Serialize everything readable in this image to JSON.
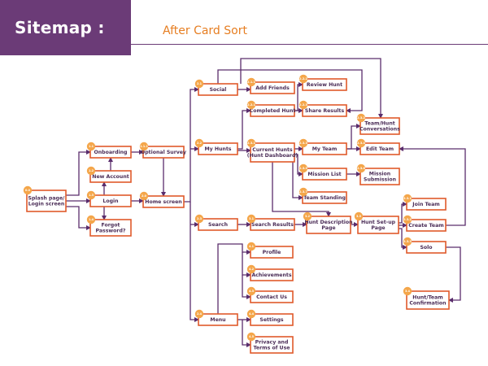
{
  "header": {
    "title": "Sitemap :",
    "subtitle": "After Card Sort"
  },
  "colors": {
    "banner": "#6b3b77",
    "subtitle": "#e67e22",
    "node_border": "#e05a2b",
    "badge": "#f4a64a",
    "connector": "#5a2d6c"
  },
  "nodes": [
    {
      "id": "splash",
      "lines": [
        "Splash page/",
        "Login screen"
      ],
      "badge": "0.0"
    },
    {
      "id": "onboarding",
      "lines": [
        "Onboarding"
      ],
      "badge": "1.1"
    },
    {
      "id": "new_account",
      "lines": [
        "New Account"
      ],
      "badge": "1.2"
    },
    {
      "id": "login",
      "lines": [
        "Login"
      ],
      "badge": "1.3"
    },
    {
      "id": "forgot_password",
      "lines": [
        "Forgot",
        "Password?"
      ],
      "badge": "1.4"
    },
    {
      "id": "optional_survey",
      "lines": [
        "Optional Survey"
      ],
      "badge": "1.1.1"
    },
    {
      "id": "home_screen",
      "lines": [
        "Home screen"
      ],
      "badge": "2.0"
    },
    {
      "id": "social",
      "lines": [
        "Social"
      ],
      "badge": "2.1"
    },
    {
      "id": "my_hunts",
      "lines": [
        "My Hunts"
      ],
      "badge": "2.2"
    },
    {
      "id": "search",
      "lines": [
        "Search"
      ],
      "badge": "2.3"
    },
    {
      "id": "menu",
      "lines": [
        "Menu"
      ],
      "badge": "2.4"
    },
    {
      "id": "add_friends",
      "lines": [
        "Add Friends"
      ],
      "badge": "2.1.1"
    },
    {
      "id": "completed_hunt",
      "lines": [
        "Completed Hunt"
      ],
      "badge": "2.2.1"
    },
    {
      "id": "review_hunt",
      "lines": [
        "Review Hunt"
      ],
      "badge": "2.2.2"
    },
    {
      "id": "share_results",
      "lines": [
        "Share Results"
      ],
      "badge": "2.2.3"
    },
    {
      "id": "current_hunts",
      "lines": [
        "Current Hunts",
        "(Hunt Dashboard)"
      ],
      "badge": "2.3.1"
    },
    {
      "id": "team_hunt_conversations",
      "lines": [
        "Team/Hunt",
        "Conversations"
      ],
      "badge": "2.3.2"
    },
    {
      "id": "my_team",
      "lines": [
        "My Team"
      ],
      "badge": "2.3.3"
    },
    {
      "id": "edit_team",
      "lines": [
        "Edit Team"
      ],
      "badge": "2.3.4"
    },
    {
      "id": "mission_list",
      "lines": [
        "Mission List"
      ],
      "badge": "2.3.5"
    },
    {
      "id": "mission_submission",
      "lines": [
        "Mission",
        "Submission"
      ],
      "badge": "2.3.6"
    },
    {
      "id": "team_standing",
      "lines": [
        "Team Standing"
      ],
      "badge": "2.3.7"
    },
    {
      "id": "search_results",
      "lines": [
        "Search Results"
      ],
      "badge": "3.1"
    },
    {
      "id": "hunt_description_page",
      "lines": [
        "Hunt Description",
        "Page"
      ],
      "badge": "3.2"
    },
    {
      "id": "hunt_setup_page",
      "lines": [
        "Hunt Set-up",
        "Page"
      ],
      "badge": "3.3"
    },
    {
      "id": "join_team",
      "lines": [
        "Join Team"
      ],
      "badge": "3.3.1"
    },
    {
      "id": "create_team",
      "lines": [
        "Create Team"
      ],
      "badge": "3.3.2"
    },
    {
      "id": "solo",
      "lines": [
        "Solo"
      ],
      "badge": "3.3.3"
    },
    {
      "id": "hunt_team_confirmation",
      "lines": [
        "Hunt/Team",
        "Confirmation"
      ],
      "badge": "3.4"
    },
    {
      "id": "profile",
      "lines": [
        "Profile"
      ],
      "badge": "4.1"
    },
    {
      "id": "achievements",
      "lines": [
        "Achievements"
      ],
      "badge": "4.2"
    },
    {
      "id": "contact_us",
      "lines": [
        "Contact Us"
      ],
      "badge": "4.3"
    },
    {
      "id": "settings",
      "lines": [
        "Settings"
      ],
      "badge": "4.4"
    },
    {
      "id": "privacy_terms",
      "lines": [
        "Privacy and",
        "Terms of Use"
      ],
      "badge": "4.5"
    }
  ],
  "edges": [
    {
      "from": "splash",
      "to": "onboarding"
    },
    {
      "from": "splash",
      "to": "login"
    },
    {
      "from": "splash",
      "to": "forgot_password"
    },
    {
      "from": "onboarding",
      "to": "optional_survey"
    },
    {
      "from": "new_account",
      "to": "onboarding"
    },
    {
      "from": "login",
      "to": "new_account"
    },
    {
      "from": "login",
      "to": "forgot_password"
    },
    {
      "from": "login",
      "to": "home_screen"
    },
    {
      "from": "optional_survey",
      "to": "home_screen"
    },
    {
      "from": "home_screen",
      "to": "social"
    },
    {
      "from": "home_screen",
      "to": "my_hunts"
    },
    {
      "from": "home_screen",
      "to": "search"
    },
    {
      "from": "home_screen",
      "to": "menu"
    },
    {
      "from": "social",
      "to": "add_friends"
    },
    {
      "from": "social",
      "to": "share_results"
    },
    {
      "from": "social",
      "to": "team_hunt_conversations"
    },
    {
      "from": "my_hunts",
      "to": "completed_hunt"
    },
    {
      "from": "my_hunts",
      "to": "current_hunts"
    },
    {
      "from": "completed_hunt",
      "to": "review_hunt"
    },
    {
      "from": "completed_hunt",
      "to": "share_results"
    },
    {
      "from": "current_hunts",
      "to": "my_team"
    },
    {
      "from": "current_hunts",
      "to": "mission_list"
    },
    {
      "from": "current_hunts",
      "to": "team_standing"
    },
    {
      "from": "current_hunts",
      "to": "hunt_description_page"
    },
    {
      "from": "my_team",
      "to": "team_hunt_conversations"
    },
    {
      "from": "my_team",
      "to": "edit_team"
    },
    {
      "from": "mission_list",
      "to": "mission_submission"
    },
    {
      "from": "search",
      "to": "search_results"
    },
    {
      "from": "search_results",
      "to": "hunt_description_page"
    },
    {
      "from": "hunt_description_page",
      "to": "hunt_setup_page"
    },
    {
      "from": "hunt_setup_page",
      "to": "join_team"
    },
    {
      "from": "hunt_setup_page",
      "to": "create_team"
    },
    {
      "from": "hunt_setup_page",
      "to": "solo"
    },
    {
      "from": "create_team",
      "to": "edit_team"
    },
    {
      "from": "solo",
      "to": "hunt_team_confirmation"
    },
    {
      "from": "menu",
      "to": "profile"
    },
    {
      "from": "menu",
      "to": "achievements"
    },
    {
      "from": "menu",
      "to": "contact_us"
    },
    {
      "from": "menu",
      "to": "settings"
    },
    {
      "from": "menu",
      "to": "privacy_terms"
    }
  ]
}
